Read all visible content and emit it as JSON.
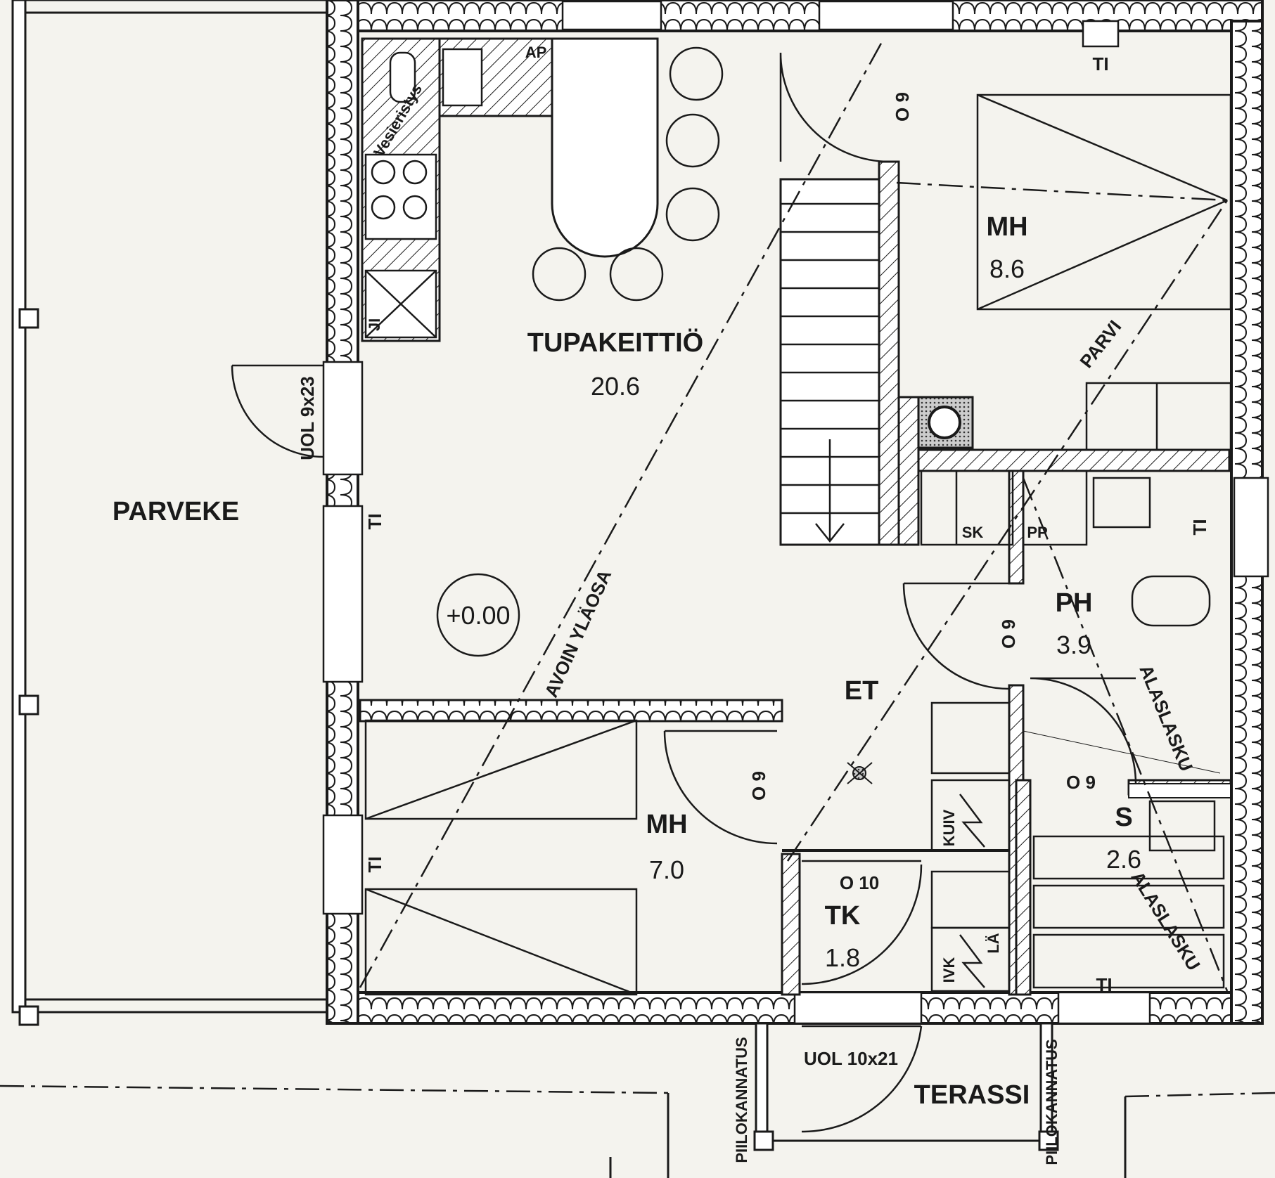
{
  "rooms": {
    "tupakeittio": {
      "name": "TUPAKEITTIÖ",
      "area": "20.6"
    },
    "mh_upper": {
      "name": "MH",
      "area": "8.6"
    },
    "mh_lower": {
      "name": "MH",
      "area": "7.0"
    },
    "ph": {
      "name": "PH",
      "area": "3.9"
    },
    "sauna": {
      "name": "S",
      "area": "2.6"
    },
    "et": {
      "name": "ET"
    },
    "tk": {
      "name": "TK",
      "area": "1.8"
    },
    "parveke": {
      "name": "PARVEKE"
    },
    "terassi": {
      "name": "TERASSI"
    }
  },
  "annotations": {
    "level": "+0.00",
    "open_upper": "AVOIN YLÄOSA",
    "parvi": "PARVI",
    "alaslasku_1": "ALASLASKU",
    "alaslasku_2": "ALASLASKU",
    "door_balcony": "UOL 9x23",
    "door_entry": "UOL 10x21",
    "piilokannatus": "PIILOKANNATUS",
    "vesieristys": "Vesieristys",
    "ap": "AP",
    "ji": "JI"
  },
  "markers": {
    "ti": "TI",
    "o9": "O 9",
    "o10": "O 10",
    "sk": "SK",
    "pp": "PP",
    "kuiv": "KUIV",
    "la": "LÄ",
    "ivk": "IVK"
  },
  "colors": {
    "line": "#1a1a1a",
    "paper": "#f4f3ee",
    "hatch_fill": "#777777"
  }
}
